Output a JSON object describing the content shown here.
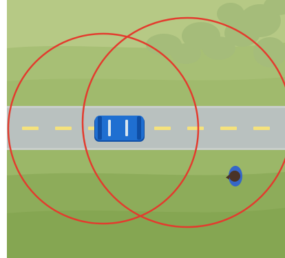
{
  "scene": {
    "type": "top-down driving game",
    "colors": {
      "grass_light": "#b6c985",
      "grass_mid": "#9bb768",
      "grass_dark": "#7da04a",
      "bush": "#a5bc7a",
      "road": "#b9c1bf",
      "road_edge": "#c9cfcb",
      "lane_marking": "#f5e27c",
      "range_ring": "#e33b2e",
      "car_body": "#1f6fd1",
      "car_dark": "#0f4ea5",
      "car_window": "#d9e6ef",
      "pedestrian_shirt": "#3566c8",
      "pedestrian_hair": "#4a3326"
    },
    "player_car": {
      "icon": "blue-car-icon",
      "heading": "right"
    },
    "pedestrian": {
      "icon": "pedestrian-icon"
    },
    "range_rings": {
      "count": 2,
      "color": "red"
    }
  }
}
